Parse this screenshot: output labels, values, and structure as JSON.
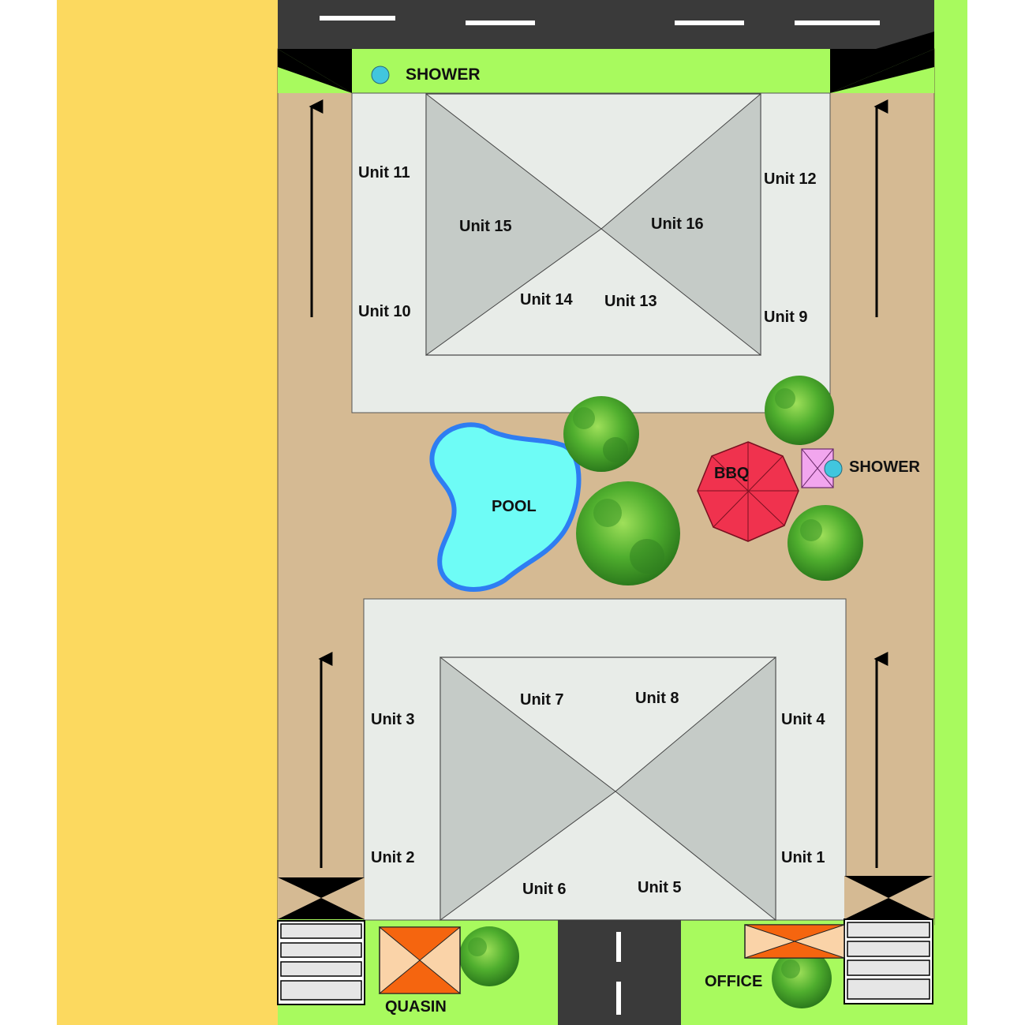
{
  "colors": {
    "beach": "#FCD95F",
    "grass": "#A8FA5E",
    "ground": "#D5BA93",
    "building": "#E8ECE8",
    "roof": "#C5CBC7",
    "road": "#3A3A3A",
    "pool": "#6EFCF6",
    "pool_edge": "#2E7DF2",
    "umbrella": "#F0324E",
    "shower": "#41C6DE",
    "box_orange": "#F5650F",
    "box_light": "#FAD3A8",
    "shower_box": "#F2A6EE"
  },
  "labels": {
    "shower_top": "SHOWER",
    "shower_right": "SHOWER",
    "pool": "POOL",
    "bbq": "BBQ",
    "quasin": "QUASIN",
    "office": "OFFICE"
  },
  "units": {
    "u1": "Unit 1",
    "u2": "Unit 2",
    "u3": "Unit 3",
    "u4": "Unit 4",
    "u5": "Unit 5",
    "u6": "Unit 6",
    "u7": "Unit 7",
    "u8": "Unit 8",
    "u9": "Unit 9",
    "u10": "Unit 10",
    "u11": "Unit 11",
    "u12": "Unit 12",
    "u13": "Unit 13",
    "u14": "Unit 14",
    "u15": "Unit 15",
    "u16": "Unit 16"
  },
  "icons": {
    "tree": "tree-icon",
    "umbrella": "bbq-umbrella-icon",
    "shower": "shower-icon",
    "arrow": "arrow-up-icon"
  }
}
